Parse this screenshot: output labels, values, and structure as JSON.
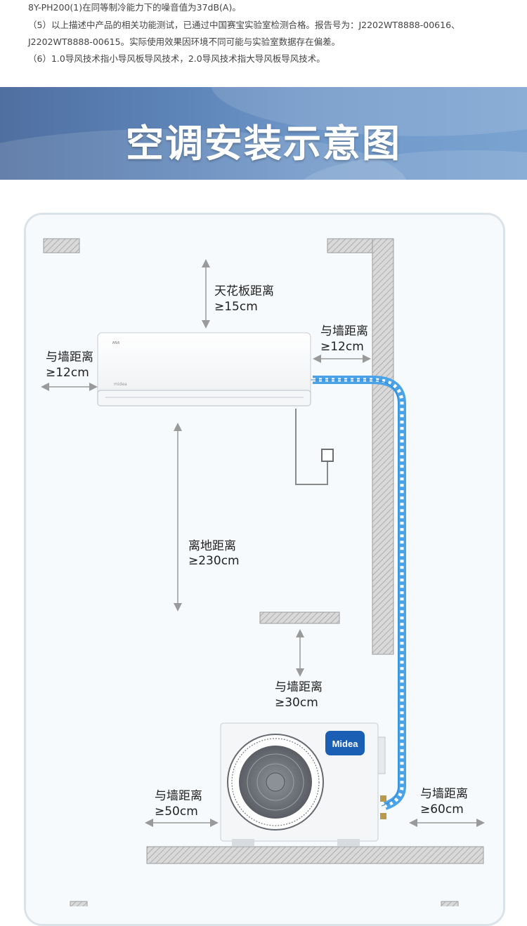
{
  "notes": {
    "line1": "8Y-PH200(1)在同等制冷能力下的噪音值为37dB(A)。",
    "line2": "（5）以上描述中产品的相关功能测试，已通过中国赛宝实验室检测合格。报告号为：J2202WT8888-00616、",
    "line3": "J2202WT8888-00615。实际使用效果因环境不同可能与实验室数据存在偏差。",
    "line4": "（6）1.0导风技术指小导风板导风技术，2.0导风技术指大导风板导风技术。"
  },
  "banner": {
    "title": "空调安装示意图"
  },
  "labels": {
    "ceiling_title": "天花板距离",
    "ceiling_value": "≥15cm",
    "indoor_right_title": "与墙距离",
    "indoor_right_value": "≥12cm",
    "indoor_left_title": "与墙距离",
    "indoor_left_value": "≥12cm",
    "floor_title": "离地距离",
    "floor_value": "≥230cm",
    "outdoor_top_title": "与墙距离",
    "outdoor_top_value": "≥30cm",
    "outdoor_left_title": "与墙距离",
    "outdoor_left_value": "≥50cm",
    "outdoor_right_title": "与墙距离",
    "outdoor_right_value": "≥60cm"
  },
  "brand": {
    "logo_text": "Midea",
    "logo_color": "#1a5fb4",
    "pipe_color": "#4aa3e8"
  },
  "icons": [
    "indoor-unit-icon",
    "outdoor-unit-icon",
    "fan-icon",
    "socket-icon",
    "refrigerant-pipe-icon"
  ]
}
